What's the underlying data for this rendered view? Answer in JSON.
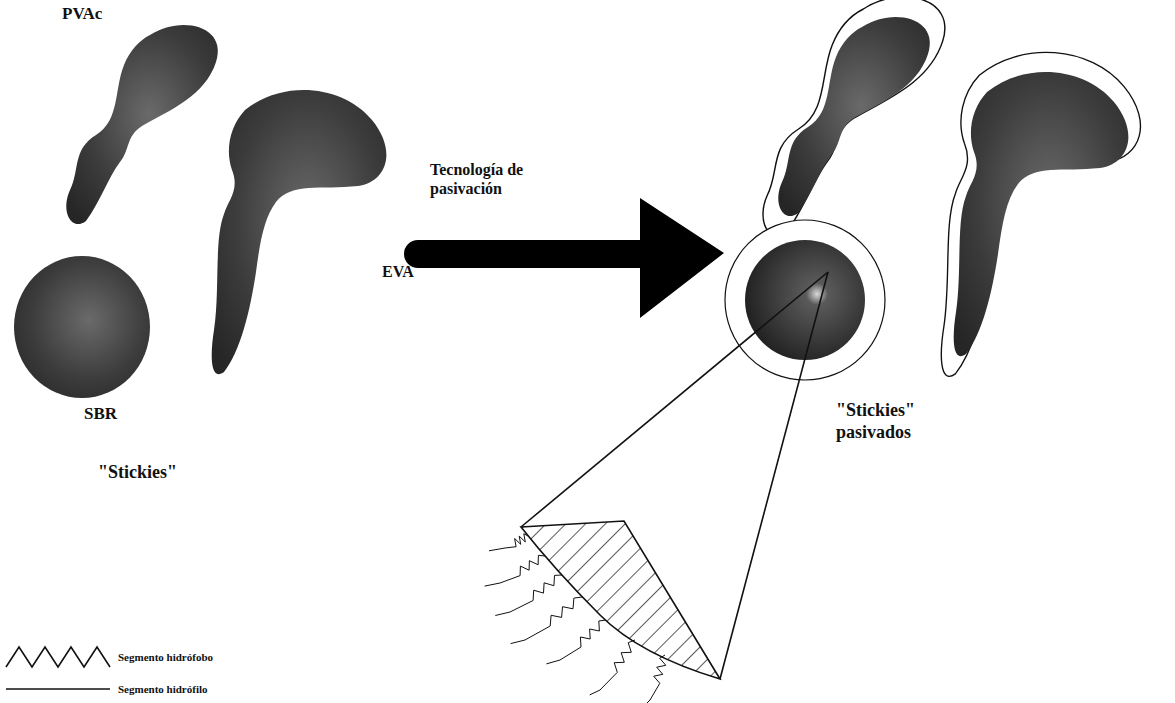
{
  "diagram": {
    "labels": [
      "PVAc",
      "EVA",
      "SBR",
      "Tecnología de pasivación",
      "\"Stickies\"",
      "\"Stickies\" pasivados"
    ],
    "legend": [
      {
        "text": "Segmento hidrófobo"
      },
      {
        "text": "Segmento hidrófilo"
      }
    ]
  }
}
